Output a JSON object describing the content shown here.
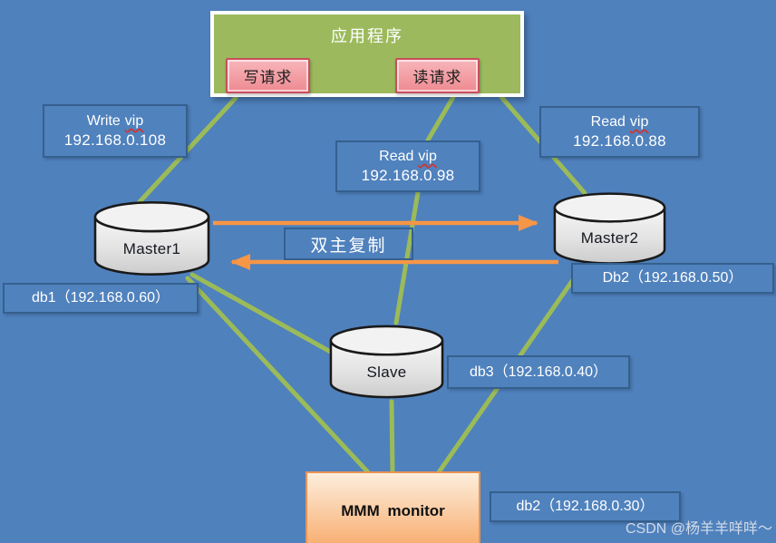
{
  "application": {
    "title": "应用程序",
    "write_button": "写请求",
    "read_button": "读请求"
  },
  "vips": [
    {
      "prefix": "Write",
      "word": "vip",
      "ip": "192.168.0.108"
    },
    {
      "prefix": "Read",
      "word": "vip",
      "ip": "192.168.0.98"
    },
    {
      "prefix": "Read",
      "word": "vip",
      "ip": "192.168.0.88"
    }
  ],
  "nodes": {
    "master1": {
      "label": "Master1",
      "db_label": "db1（192.168.0.60）"
    },
    "master2": {
      "label": "Master2",
      "db_label": "Db2（192.168.0.50）"
    },
    "slave": {
      "label": "Slave",
      "db_label": "db3（192.168.0.40）"
    },
    "monitor": {
      "label": "MMM monitor",
      "db_label": "db2（192.168.0.30）"
    }
  },
  "replication": {
    "label": "双主复制"
  },
  "watermark": "CSDN @杨羊羊咩咩～",
  "colors": {
    "background": "#4f81bd",
    "connector_green": "#9bbb59",
    "arrow_orange": "#f79646",
    "app_box_green": "#9cba5d",
    "button_pink": "#f2979e",
    "button_border_red": "#c94f5c",
    "label_box_border": "#35608f",
    "monitor_orange": "#f8ab6b",
    "cylinder_gray": "#e6e6e6"
  }
}
